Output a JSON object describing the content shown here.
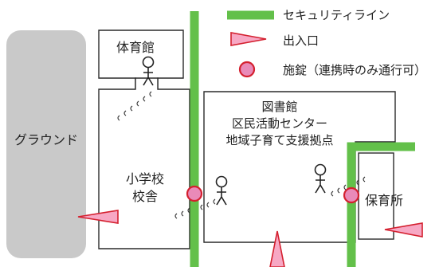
{
  "legend": {
    "security_line": "セキュリティライン",
    "entrance": "出入口",
    "lock": "施錠（連携時のみ通行可）"
  },
  "places": {
    "ground": "グラウンド",
    "gym": "体育館",
    "library_center": [
      "図書館",
      "区民活動センター",
      "地域子育て支援拠点"
    ],
    "school": [
      "小学校",
      "校舎"
    ],
    "nursery": "保育所"
  },
  "colors": {
    "security_line": "#63c04a",
    "entrance_fill": "#f7a8c4",
    "entrance_stroke": "#d4202f",
    "lock_fill": "#e98ab8",
    "ground_fill": "#c9c9c9"
  },
  "icons": [
    "person-icon",
    "footsteps-icon",
    "entrance-arrow-icon",
    "lock-point-icon"
  ]
}
